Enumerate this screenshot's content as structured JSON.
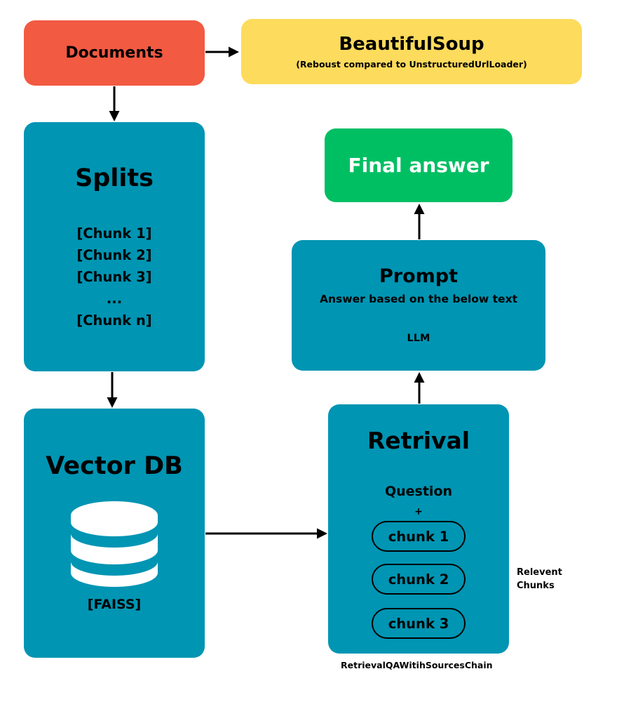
{
  "documents": {
    "label": "Documents"
  },
  "beautifulsoup": {
    "title": "BeautifulSoup",
    "subtitle": "(Reboust compared to UnstructuredUrlLoader)"
  },
  "splits": {
    "title": "Splits",
    "chunks": [
      "[Chunk 1]",
      "[Chunk 2]",
      "[Chunk 3]",
      "...",
      "[Chunk n]"
    ]
  },
  "vector_db": {
    "title": "Vector DB",
    "subtitle": "[FAISS]",
    "icon": "database-icon"
  },
  "final_answer": {
    "label": "Final answer"
  },
  "prompt": {
    "title": "Prompt",
    "subtitle": "Answer based on the below text",
    "model": "LLM"
  },
  "retrieval": {
    "title": "Retrival",
    "question": "Question",
    "plus": "+",
    "chunks": [
      "chunk 1",
      "chunk 2",
      "chunk 3"
    ]
  },
  "relevant_chunks": {
    "line1": "Relevent",
    "line2": "Chunks"
  },
  "chain_label": "RetrievalQAWitihSourcesChain",
  "colors": {
    "documents": "#f25a42",
    "beautifulsoup": "#fddb5c",
    "teal": "#0095b3",
    "final_answer": "#00bf63"
  }
}
